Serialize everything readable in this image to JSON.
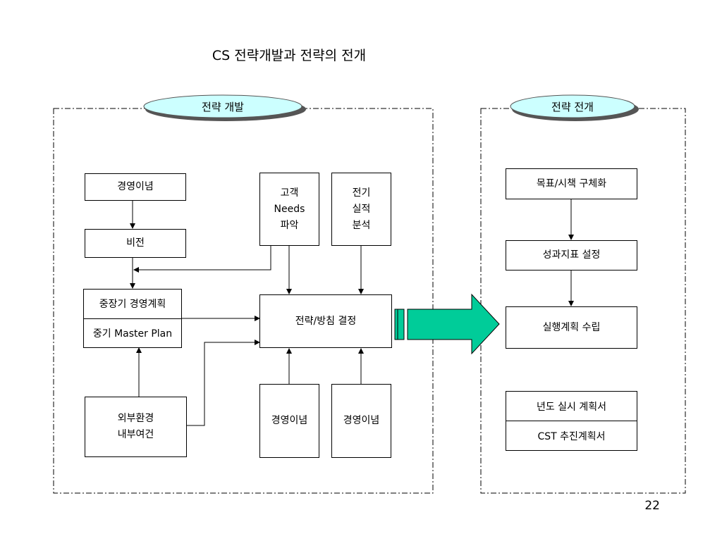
{
  "slide": {
    "title": "CS 전략개발과 전략의 전개",
    "page_number": "22"
  },
  "colors": {
    "pill_fill": "#ccffff",
    "arrow_fill": "#00cc99",
    "line": "#000000"
  },
  "development": {
    "label": "전략 개발",
    "philosophy_top": "경영이념",
    "vision": "비전",
    "midterm_plan": "중장기 경영계획",
    "master_plan": "중기 Master Plan",
    "environment": [
      "외부환경",
      "내부여건"
    ],
    "customer_needs": [
      "고객",
      "Needs",
      "파악"
    ],
    "previous_results": [
      "전기",
      "실적",
      "분석"
    ],
    "decision": "전략/방침 결정",
    "philosophy_bottom_left": "경영이념",
    "philosophy_bottom_right": "경영이념"
  },
  "deployment": {
    "label": "전략 전개",
    "goals": "목표/시책 구체화",
    "kpi": "성과지표 설정",
    "action_plan": "실행계획 수립",
    "annual_plan": "년도 실시 계획서",
    "cst_plan": "CST 추진계획서"
  }
}
